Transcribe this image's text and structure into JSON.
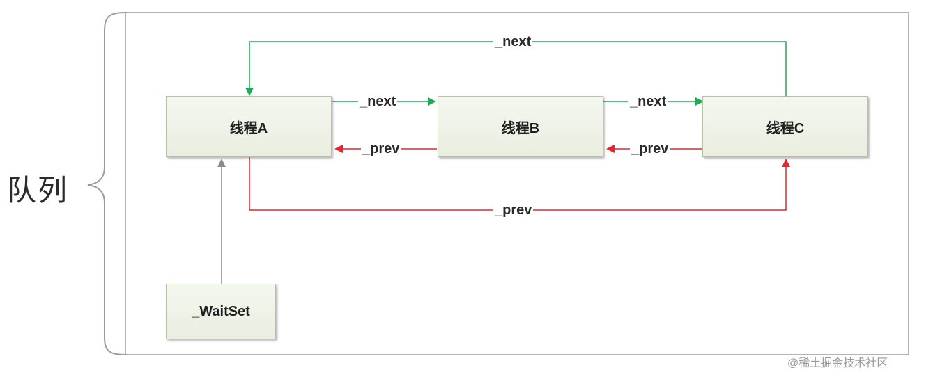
{
  "queue": {
    "label": "队列"
  },
  "nodes": {
    "thread_a": "线程A",
    "thread_b": "线程B",
    "thread_c": "线程C",
    "waitset": "_WaitSet"
  },
  "edges": {
    "next_top": "_next",
    "next_ab": "_next",
    "next_bc": "_next",
    "prev_ba": "_prev",
    "prev_cb": "_prev",
    "prev_bottom": "_prev"
  },
  "watermark": "@稀土掘金技术社区",
  "colors": {
    "next": "#1faa55",
    "prev": "#e8252a",
    "waitset_arrow": "#8a8a8a",
    "frame": "#9b9b9b"
  }
}
